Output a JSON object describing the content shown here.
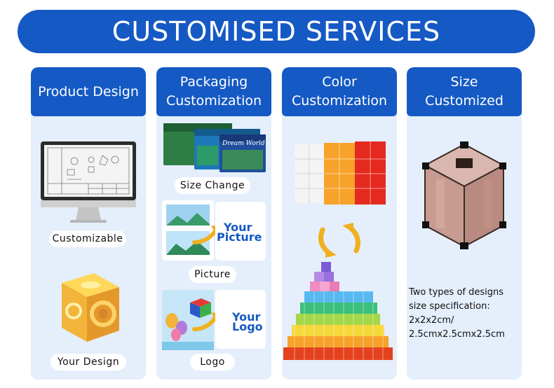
{
  "banner": {
    "title": "CUSTOMISED SERVICES"
  },
  "columns": {
    "product": {
      "heading": [
        "Product Design"
      ],
      "labels": {
        "customizable": "Customizable",
        "your_design": "Your Design"
      }
    },
    "packaging": {
      "heading": [
        "Packaging",
        "Customization"
      ],
      "labels": {
        "size_change": "Size Change",
        "picture": "Picture",
        "logo": "Logo",
        "your_picture": [
          "Your",
          "Picture"
        ],
        "your_logo": [
          "Your",
          "Logo"
        ]
      },
      "box_text": "Dream World"
    },
    "color": {
      "heading": [
        "Color",
        "Customization"
      ]
    },
    "size": {
      "heading": [
        "Size",
        "Customized"
      ],
      "description": [
        "Two types of designs",
        "size specification:",
        "2x2x2cm/",
        "2.5cmx2.5cmx2.5cm"
      ]
    }
  },
  "colors": {
    "primary": "#1559c4",
    "panel": "#e5eefb",
    "gold": "#f2b43a",
    "arrow": "#f0b020"
  },
  "icons": [
    "monitor-icon",
    "gold-cube-icon",
    "box-icon",
    "arrow-icon",
    "cycle-arrows-icon",
    "crystal-cube-icon"
  ]
}
